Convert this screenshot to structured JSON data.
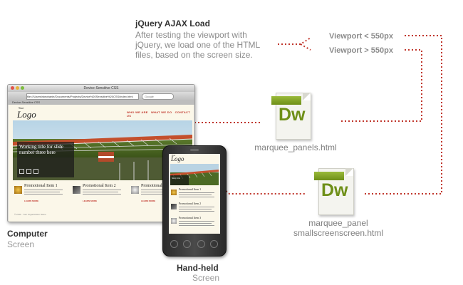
{
  "title": "jQuery AJAX Load",
  "description": [
    "After testing the viewport with",
    "jQuery, we load one of the HTML",
    "files, based on the screen size."
  ],
  "viewport_conditions": [
    "Viewport < 550px",
    "Viewport > 550px"
  ],
  "files": [
    {
      "name": "marquee_panels.html",
      "icon_text": "Dw",
      "icon": "dreamweaver-file-icon"
    },
    {
      "name_lines": [
        "marquee_panel",
        "smallscreenscreen.html"
      ],
      "icon_text": "Dw",
      "icon": "dreamweaver-file-icon"
    }
  ],
  "devices": {
    "computer": {
      "title": "Computer",
      "subtitle": "Screen"
    },
    "handheld": {
      "title": "Hand-held",
      "subtitle": "Screen"
    }
  },
  "mockup_site": {
    "window_title": "Device-Sensitive CSS",
    "url": "file:///Users/stephanie/Documents/Projects/Device%20Sensitive%20CSS/index.html",
    "search_placeholder": "Google",
    "tab_label": "Device-Sensitive CSS",
    "logo_small": "Your",
    "logo": "Logo",
    "nav": [
      "WHO WE ARE",
      "WHAT WE DO",
      "CONTACT US"
    ],
    "slide_title": "Working title for slide number three here",
    "promos": [
      {
        "title": "Promotional Item 1",
        "link": "LEARN MORE"
      },
      {
        "title": "Promotional Item 2",
        "link": "LEARN MORE"
      },
      {
        "title": "Promotional Item 3",
        "link": "LEARN MORE"
      }
    ],
    "footer": "© 2011 - Your Organization Name",
    "phone_slide_title": "Short title"
  },
  "colors": {
    "connector": "#c0362c",
    "dw_green": "#6e8f18",
    "accent_red": "#c0362c"
  }
}
